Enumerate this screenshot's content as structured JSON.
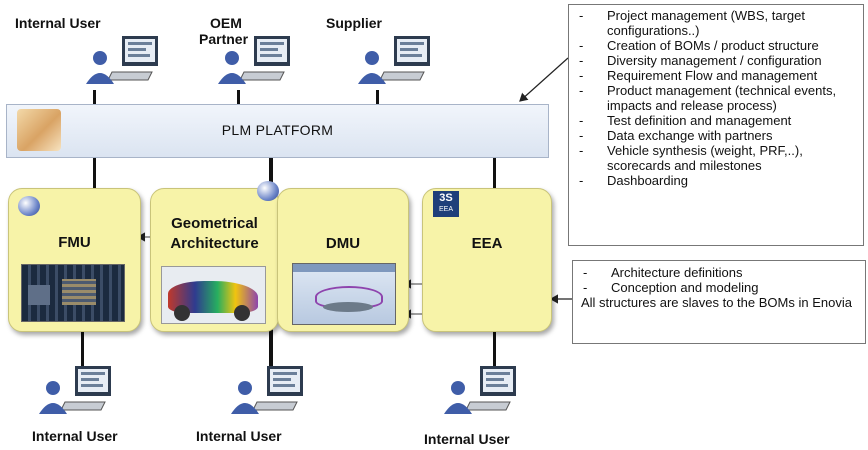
{
  "platform": {
    "title": "PLM PLATFORM"
  },
  "top_users": [
    {
      "label": "Internal User"
    },
    {
      "label_line1": "OEM",
      "label_line2": "Partner"
    },
    {
      "label": "Supplier"
    }
  ],
  "bottom_users": [
    {
      "label": "Internal User"
    },
    {
      "label": "Internal User"
    },
    {
      "label": "Internal User"
    }
  ],
  "modules": {
    "fmu": {
      "title": "FMU"
    },
    "geo": {
      "title_line1": "Geometrical",
      "title_line2": "Architecture"
    },
    "dmu": {
      "title": "DMU"
    },
    "eea": {
      "title": "EEA",
      "logo_text": "EEA"
    }
  },
  "note_top": {
    "items": [
      "Project management  (WBS, target configurations..)",
      "Creation of BOMs / product structure",
      "Diversity management / configuration",
      "Requirement Flow and management",
      "Product management (technical events, impacts and release process)",
      "Test definition and management",
      "Data exchange  with partners",
      "Vehicle synthesis (weight, PRF,..), scorecards and milestones",
      "Dashboarding"
    ]
  },
  "note_bottom": {
    "items": [
      "Architecture definitions",
      "Conception and modeling"
    ],
    "footer": "All structures are slaves to the BOMs in Enovia"
  },
  "colors": {
    "module_fill": "#f7f3a8",
    "platform_fill": "#dbe4f1",
    "line": "#111111"
  }
}
